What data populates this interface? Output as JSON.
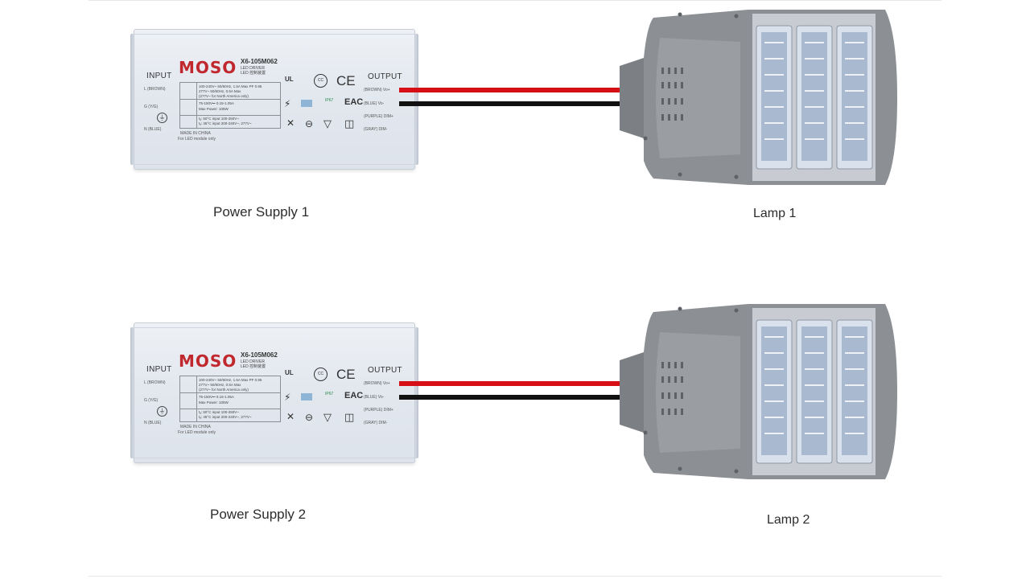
{
  "power_supplies": [
    {
      "caption": "Power Supply 1",
      "brand": "MOSO",
      "model": "X6-105M062",
      "subtitle": [
        "LED DRIVER",
        "LED 控制装置"
      ],
      "input_header": "INPUT",
      "output_header": "OUTPUT",
      "input_terminals": [
        "L (BROWN)",
        "G (Y/G)",
        "N (BLUE)"
      ],
      "output_terminals": [
        "(BROWN) Vo+",
        "(BLUE) Vo-",
        "(PURPLE) DIM+",
        "(GRAY) DIM-"
      ],
      "spec_lines": [
        "100-240V~ 50/60Hz, 1.5A Max PF 0.95",
        "277V~ 50/60Hz, 0.5A Max",
        "(277V~ for North America only)",
        "75-150V⎓ 0.15-1.05A",
        "Max Power: 105W",
        "tₐ: 50°C input 100-250V~",
        "tₐ: 45°C input 200-240V~, 277V~"
      ],
      "made_in": "MADE IN CHINA",
      "usage_note": "For LED module only",
      "certs": [
        "UL",
        "CC",
        "CE",
        "IP67",
        "EAC"
      ]
    },
    {
      "caption": "Power Supply 2",
      "brand": "MOSO",
      "model": "X6-105M062",
      "subtitle": [
        "LED DRIVER",
        "LED 控制装置"
      ],
      "input_header": "INPUT",
      "output_header": "OUTPUT",
      "input_terminals": [
        "L (BROWN)",
        "G (Y/G)",
        "N (BLUE)"
      ],
      "output_terminals": [
        "(BROWN) Vo+",
        "(BLUE) Vo-",
        "(PURPLE) DIM+",
        "(GRAY) DIM-"
      ],
      "spec_lines": [
        "100-240V~ 50/60Hz, 1.5A Max PF 0.95",
        "277V~ 50/60Hz, 0.5A Max",
        "(277V~ for North America only)",
        "75-150V⎓ 0.15-1.05A",
        "Max Power: 105W",
        "tₐ: 50°C input 100-250V~",
        "tₐ: 45°C input 200-240V~, 277V~"
      ],
      "made_in": "MADE IN CHINA",
      "usage_note": "For LED module only",
      "certs": [
        "UL",
        "CC",
        "CE",
        "IP67",
        "EAC"
      ]
    }
  ],
  "lamps": [
    {
      "caption": "Lamp 1"
    },
    {
      "caption": "Lamp 2"
    }
  ],
  "colors": {
    "wire_positive": "#d60e15",
    "wire_negative": "#111111",
    "brand_red": "#c0282d",
    "lamp_housing": "#8c8f94",
    "lamp_lens": "#a9b9cf"
  }
}
